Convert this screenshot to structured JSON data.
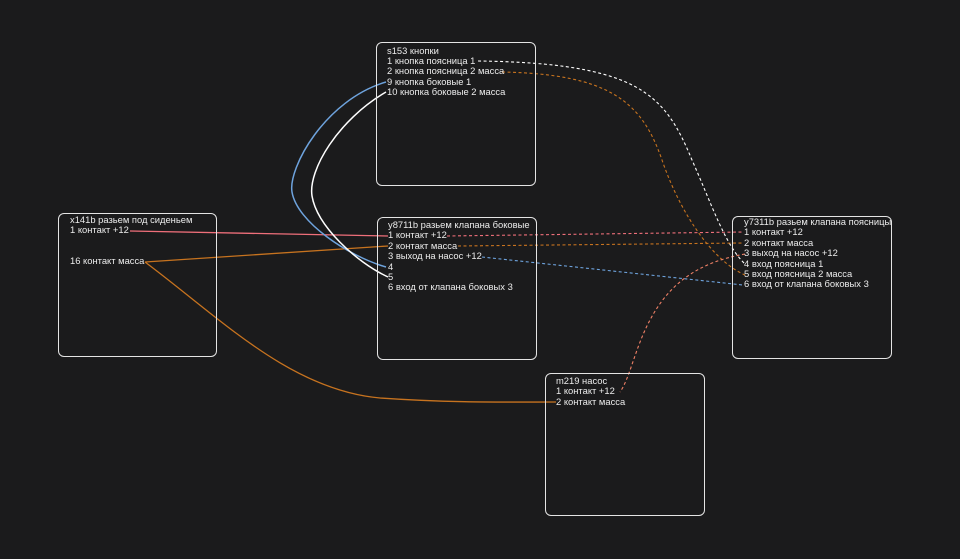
{
  "colors": {
    "background": "#1b1b1c",
    "white": "#ffffff",
    "orange": "#c7731f",
    "pink": "#ef6f7a",
    "blue": "#6ea3dd",
    "salmon": "#ef8066",
    "box_border": "#e4e4e4"
  },
  "boxes": {
    "s153": {
      "title": "s153 кнопки",
      "pins": [
        "1 кнопка поясница 1",
        "2 кнопка поясница 2 масса",
        "9 кнопка боковые 1",
        "10 кнопка боковые 2 масса"
      ]
    },
    "x141b": {
      "title": "x141b разьем под сиденьем",
      "pins": [
        "1 контакт +12",
        "16 контакт масса"
      ]
    },
    "y8711b": {
      "title": "y8711b разьем клапана боковые",
      "pins": [
        "1 контакт +12",
        "2 контакт масса",
        "3 выход на насос +12",
        "4",
        "5",
        "6 вход от клапана боковых 3"
      ]
    },
    "y7311b": {
      "title": "y7311b разьем клапана поясницы",
      "pins": [
        "1 контакт +12",
        "2 контакт масса",
        "3 выход на насос +12",
        "4 вход поясница 1",
        "5 вход поясница 2 масса",
        "6 вход от клапана боковых 3"
      ]
    },
    "m219": {
      "title": "m219 насос",
      "pins": [
        "1 контакт +12",
        "2 контакт масса"
      ]
    }
  }
}
